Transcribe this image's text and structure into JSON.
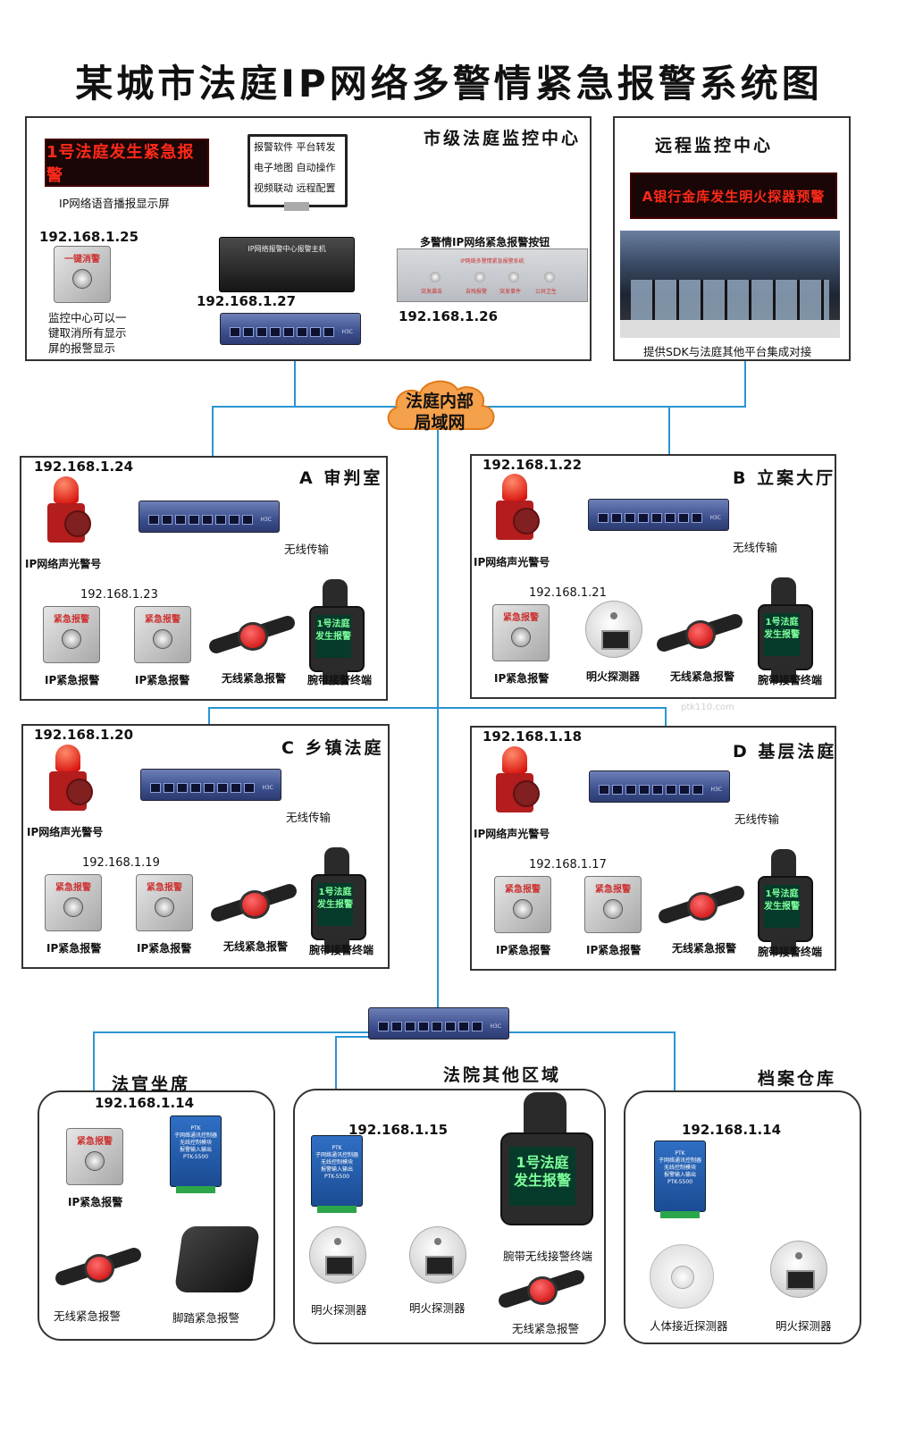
{
  "title": "某城市法庭IP网络多警情紧急报警系统图",
  "top_center": {
    "title": "市级法庭监控中心",
    "led_text": "1号法庭发生紧急报警",
    "led_caption": "IP网络语音播报显示屏",
    "monitor_lines": [
      "报警软件  平台转发",
      "电子地图  自动操作",
      "视频联动  远程配置"
    ],
    "host_label": "IP网络报警中心报警主机",
    "host_ip": "192.168.1.27",
    "cancel_ip": "192.168.1.25",
    "cancel_button_text": "一键消警",
    "cancel_caption": [
      "监控中心可以一",
      "键取消所有显示",
      "屏的报警显示"
    ],
    "panel_title": "多警情IP网络紧急报警按钮",
    "panel_header": "IP网络多警情紧急报警系统",
    "panel_buttons": [
      "突发袭击",
      "自残报警",
      "突发事件",
      "公共卫生"
    ],
    "panel_ip": "192.168.1.26"
  },
  "remote": {
    "title": "远程监控中心",
    "led_text": "A银行金库发生明火探器预警",
    "caption": "提供SDK与法庭其他平台集成对接"
  },
  "cloud": {
    "line1": "法庭内部",
    "line2": "局域网"
  },
  "common": {
    "siren_label": "IP网络声光警号",
    "wireless": "无线传输",
    "ip_alarm": "IP紧急报警",
    "wireless_alarm": "无线紧急报警",
    "wrist_terminal": "腕带接警终端",
    "fire_detector": "明火探测器",
    "button_caption": "紧急报警",
    "watch_line1": "1号法庭",
    "watch_line2": "发生报警"
  },
  "rooms": {
    "a": {
      "title": "A 审判室",
      "ip_siren": "192.168.1.24",
      "ip_button": "192.168.1.23"
    },
    "b": {
      "title": "B 立案大厅",
      "ip_siren": "192.168.1.22",
      "ip_button": "192.168.1.21"
    },
    "c": {
      "title": "C 乡镇法庭",
      "ip_siren": "192.168.1.20",
      "ip_button": "192.168.1.19"
    },
    "d": {
      "title": "D 基层法庭",
      "ip_siren": "192.168.1.18",
      "ip_button": "192.168.1.17"
    }
  },
  "watermark": "ptk110.com",
  "bottom": {
    "judge": {
      "title": "法官坐席",
      "ip": "192.168.1.14",
      "ip_alarm": "IP紧急报警",
      "wireless": "无线紧急报警",
      "foot": "脚踏紧急报警"
    },
    "other": {
      "title": "法院其他区域",
      "ip": "192.168.1.15",
      "fire1": "明火探测器",
      "fire2": "明火探测器",
      "wrist": "腕带无线接警终端",
      "wireless": "无线紧急报警"
    },
    "archive": {
      "title": "档案仓库",
      "ip": "192.168.1.14",
      "pir": "人体接近探测器",
      "fire": "明火探测器"
    },
    "module_text": [
      "PTK",
      "子网络通讯控制器",
      "无线控制模块",
      "报警输入输出",
      "PTK-5500"
    ]
  }
}
